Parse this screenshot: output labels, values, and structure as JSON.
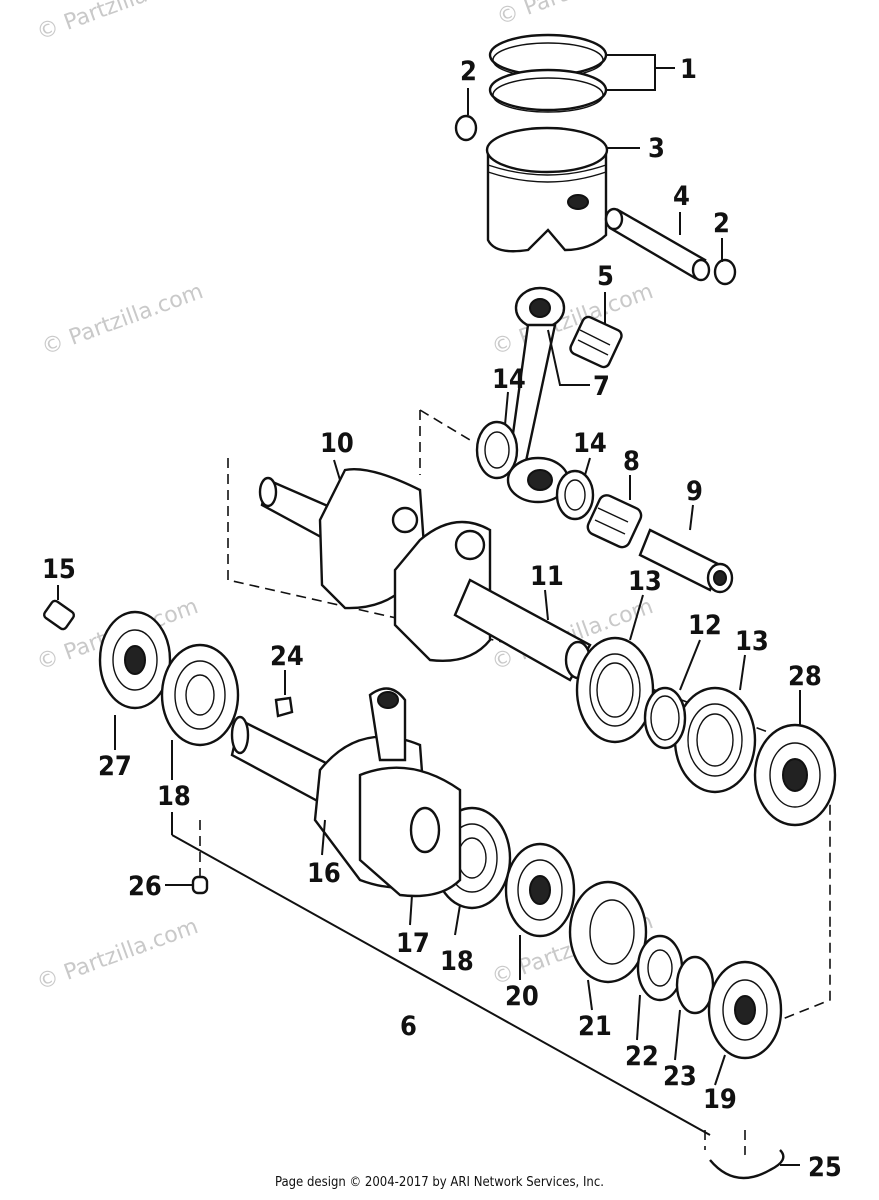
{
  "watermark": "© Partzilla.com",
  "footer": "Page design © 2004-2017 by ARI Network Services, Inc.",
  "callouts": {
    "c1": "1",
    "c2a": "2",
    "c2b": "2",
    "c3": "3",
    "c4": "4",
    "c5": "5",
    "c6": "6",
    "c7": "7",
    "c8": "8",
    "c9": "9",
    "c10": "10",
    "c11": "11",
    "c12": "12",
    "c13a": "13",
    "c13b": "13",
    "c14a": "14",
    "c14b": "14",
    "c15": "15",
    "c16": "16",
    "c17": "17",
    "c18a": "18",
    "c18b": "18",
    "c19": "19",
    "c20": "20",
    "c21": "21",
    "c22": "22",
    "c23": "23",
    "c24": "24",
    "c25": "25",
    "c26": "26",
    "c27": "27",
    "c28": "28"
  }
}
